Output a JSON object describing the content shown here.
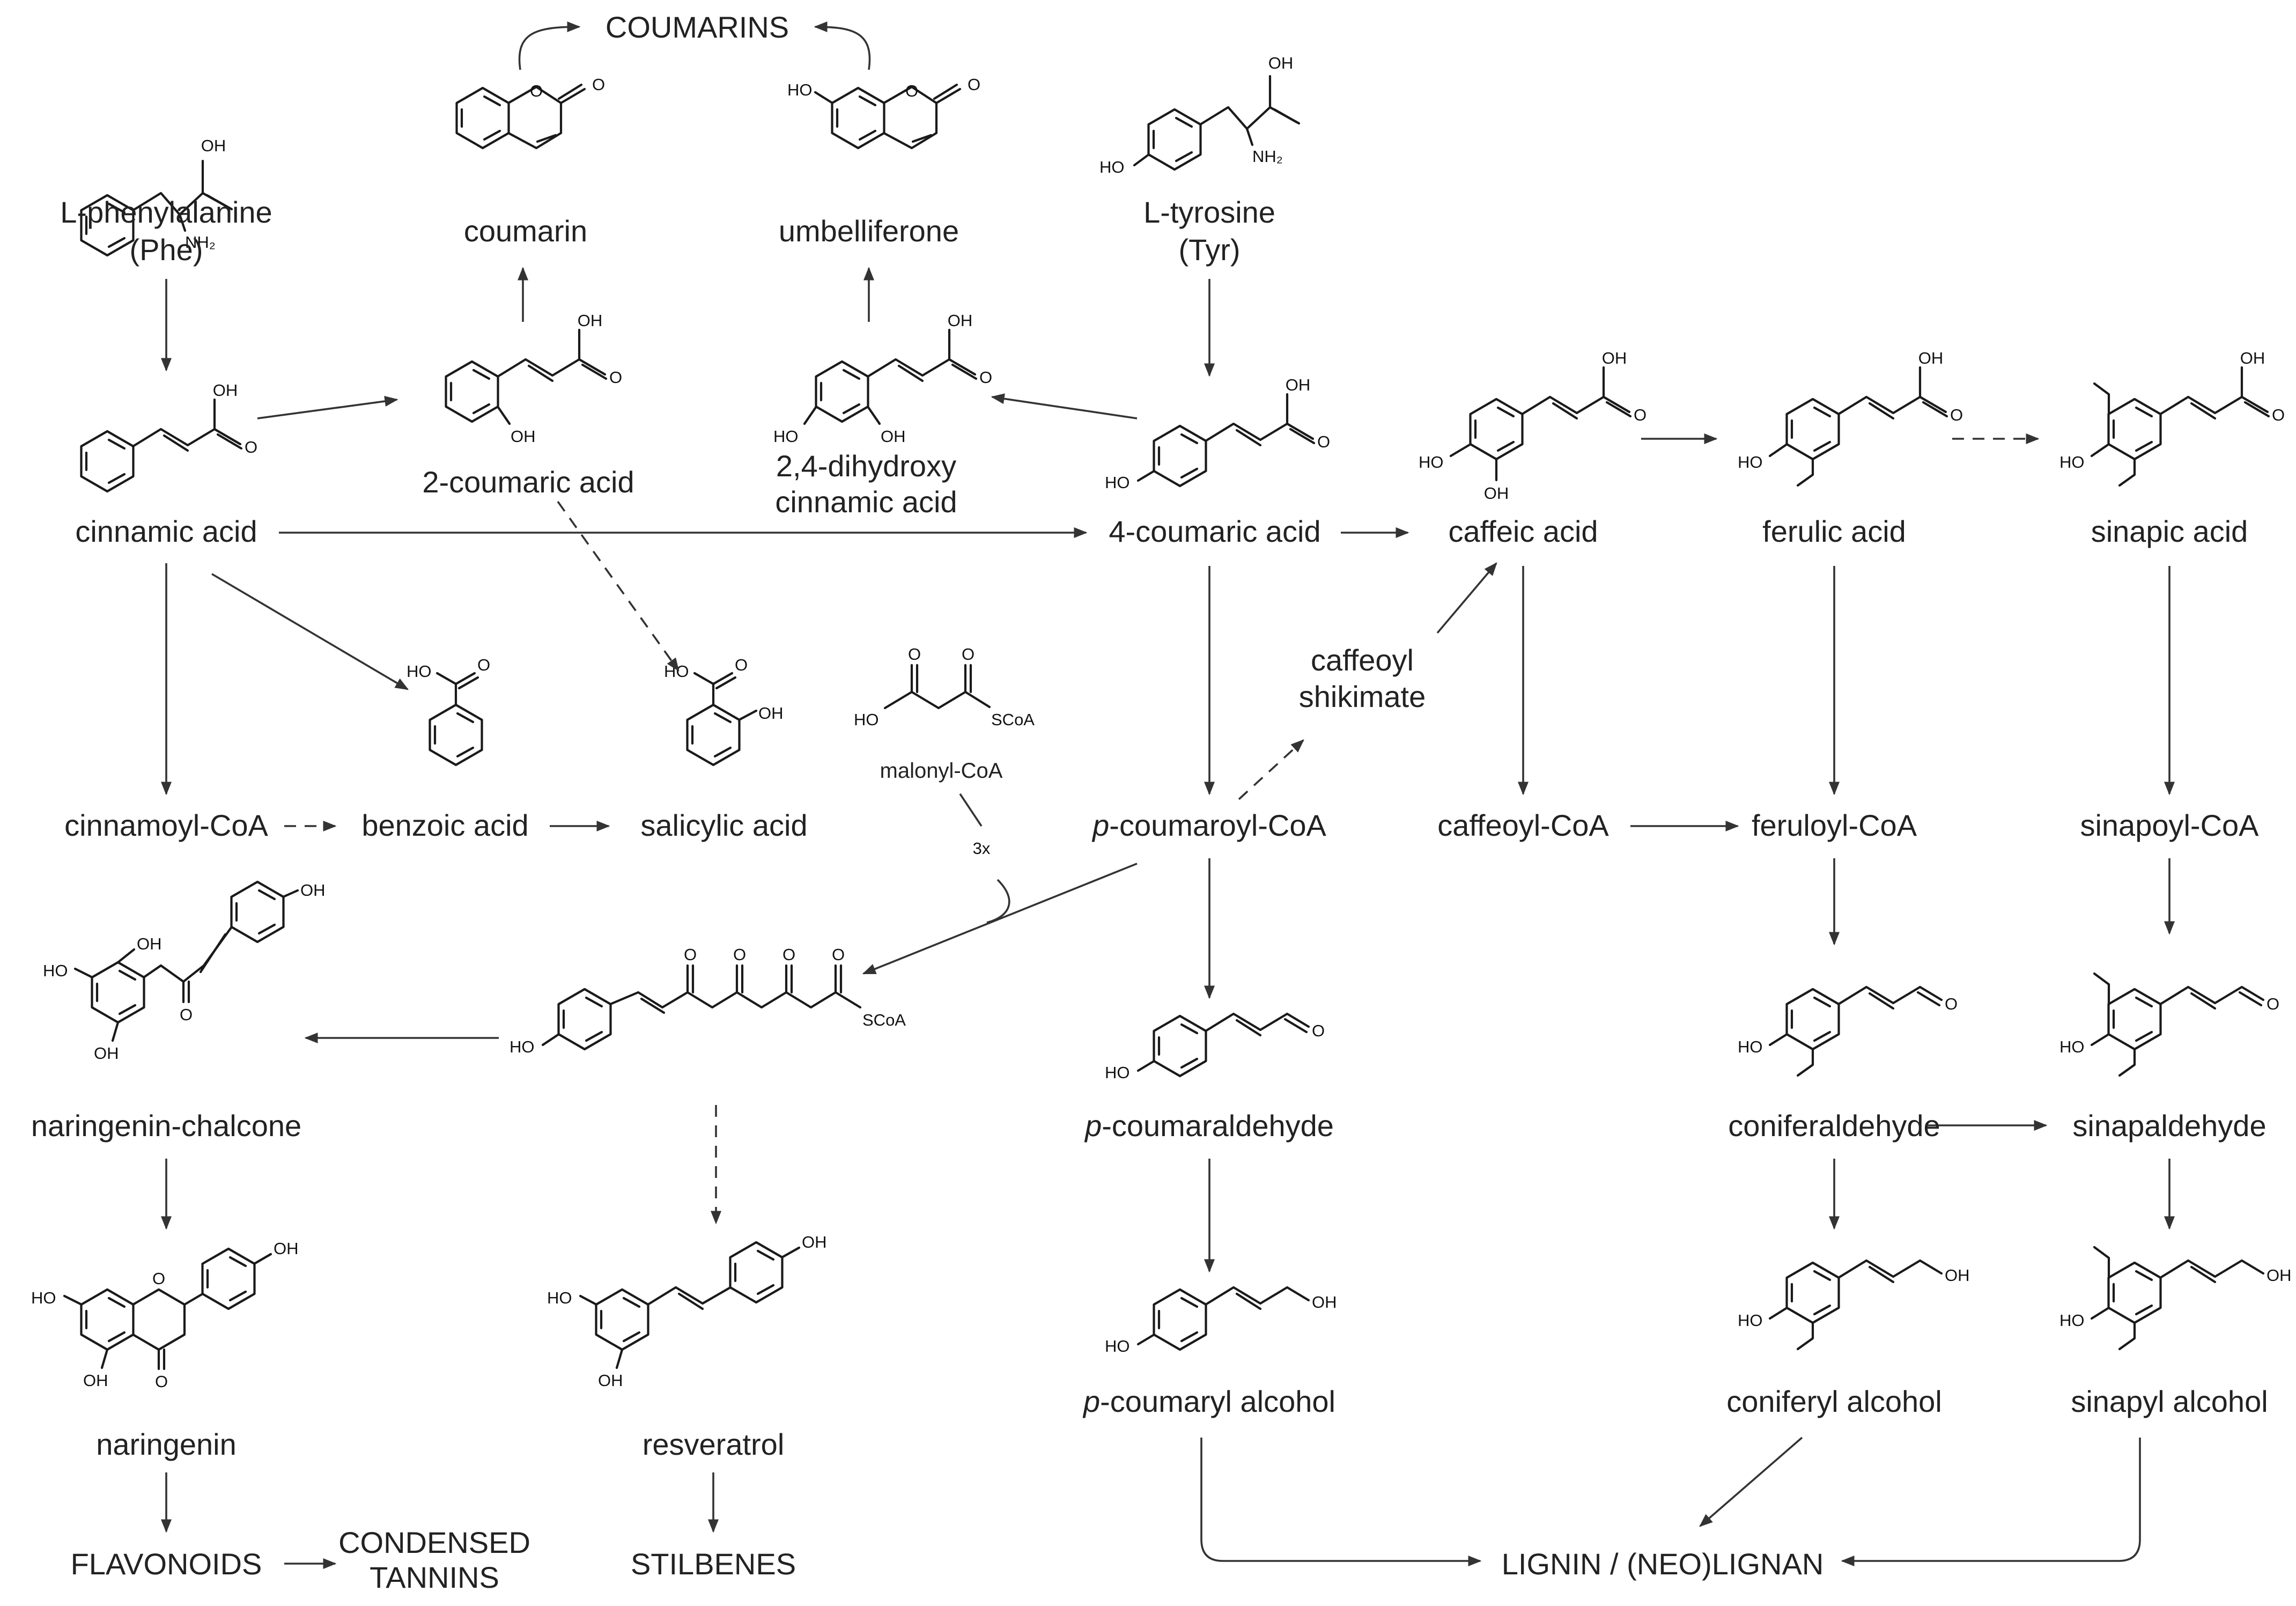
{
  "labels": {
    "coumarins": "COUMARINS",
    "phe_1": "L-phenylalanine",
    "phe_2": "(Phe)",
    "coumarin": "coumarin",
    "umbelliferone": "umbelliferone",
    "tyr_1": "L-tyrosine",
    "tyr_2": "(Tyr)",
    "coumaric2": "2-coumaric acid",
    "dihydroxy_1": "2,4-dihydroxy",
    "dihydroxy_2": "cinnamic acid",
    "cinnamic": "cinnamic acid",
    "coumaric4": "4-coumaric acid",
    "caffeic": "caffeic acid",
    "ferulic": "ferulic acid",
    "sinapic": "sinapic acid",
    "caffeoylshik_1": "caffeoyl",
    "caffeoylshik_2": "shikimate",
    "malonyl": "malonyl-CoA",
    "times3": "3x",
    "cinnamoylcoa": "cinnamoyl-CoA",
    "benzoic": "benzoic acid",
    "salicylic": "salicylic acid",
    "pcoumaroyl_p": "p",
    "pcoumaroyl_rest": "-coumaroyl-CoA",
    "caffeoylcoa": "caffeoyl-CoA",
    "feruloylcoa": "feruloyl-CoA",
    "sinapoylcoa": "sinapoyl-CoA",
    "chalcone": "naringenin-chalcone",
    "pcoumaraldehyde_p": "p",
    "pcoumaraldehyde_rest": "-coumaraldehyde",
    "coniferaldehyde": "coniferaldehyde",
    "sinapaldehyde": "sinapaldehyde",
    "naringenin": "naringenin",
    "resveratrol": "resveratrol",
    "pcoumaryl_p": "p",
    "pcoumaryl_rest": "-coumaryl alcohol",
    "coniferyl": "coniferyl alcohol",
    "sinapyl": "sinapyl alcohol",
    "flavonoids": "FLAVONOIDS",
    "tannins_1": "CONDENSED",
    "tannins_2": "TANNINS",
    "stilbenes": "STILBENES",
    "lignin": "LIGNIN / (NEO)LIGNAN"
  },
  "atoms": {
    "oh": "OH",
    "ho": "HO",
    "o": "O",
    "nh2": "NH₂",
    "scoa": "SCoA"
  }
}
